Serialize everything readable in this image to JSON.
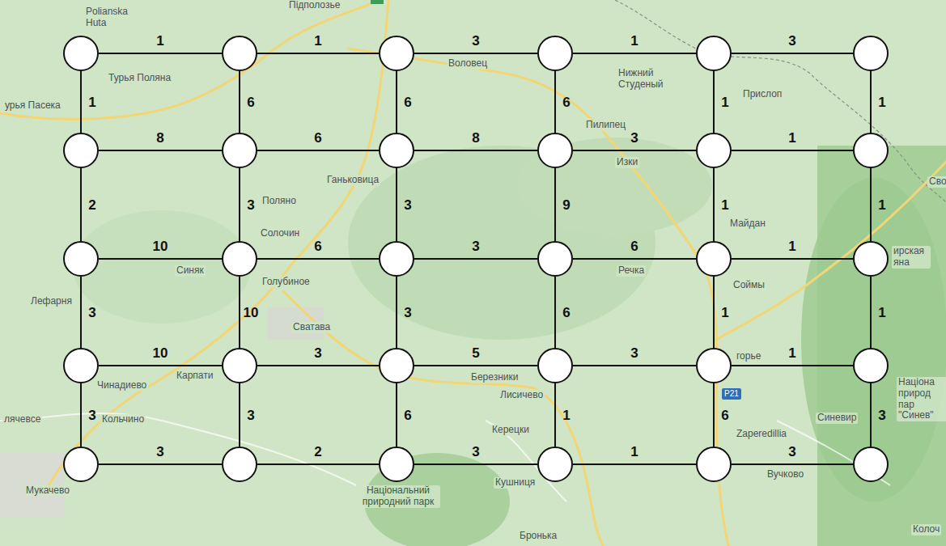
{
  "diagram": {
    "nodes": [
      {
        "text": []
      },
      {
        "text": []
      },
      {
        "text": []
      },
      {
        "text": []
      },
      {
        "text": []
      },
      {
        "text": []
      },
      {
        "text": []
      },
      {
        "text": []
      },
      {
        "text": []
      },
      {
        "text": []
      },
      {
        "text": []
      },
      {
        "text": []
      },
      {
        "text": []
      },
      {
        "text": []
      },
      {
        "text": []
      },
      {
        "text": []
      },
      {
        "text": []
      },
      {
        "text": []
      },
      {
        "text": []
      },
      {
        "text": []
      },
      {
        "text": []
      },
      {
        "text": []
      },
      {
        "text": []
      },
      {
        "text": []
      },
      {
        "text": []
      },
      {
        "text": []
      },
      {
        "text": []
      },
      {
        "text": []
      },
      {
        "text": []
      },
      {
        "text": []
      }
    ],
    "edges": [
      {
        "from": 0,
        "to": 1,
        "arrow": "none",
        "label": "1"
      },
      {
        "from": 1,
        "to": 2,
        "arrow": "none",
        "label": "1"
      },
      {
        "from": 2,
        "to": 3,
        "arrow": "none",
        "label": "3"
      },
      {
        "from": 3,
        "to": 4,
        "arrow": "none",
        "label": "1"
      },
      {
        "from": 4,
        "to": 5,
        "arrow": "none",
        "label": "3"
      },
      {
        "from": 6,
        "to": 7,
        "arrow": "none",
        "label": "8"
      },
      {
        "from": 7,
        "to": 8,
        "arrow": "none",
        "label": "6"
      },
      {
        "from": 8,
        "to": 9,
        "arrow": "none",
        "label": "8"
      },
      {
        "from": 9,
        "to": 10,
        "arrow": "none",
        "label": "3"
      },
      {
        "from": 10,
        "to": 11,
        "arrow": "none",
        "label": "1"
      },
      {
        "from": 12,
        "to": 13,
        "arrow": "none",
        "label": "10"
      },
      {
        "from": 13,
        "to": 14,
        "arrow": "none",
        "label": "6"
      },
      {
        "from": 14,
        "to": 15,
        "arrow": "none",
        "label": "3"
      },
      {
        "from": 15,
        "to": 16,
        "arrow": "none",
        "label": "6"
      },
      {
        "from": 16,
        "to": 17,
        "arrow": "none",
        "label": "1"
      },
      {
        "from": 18,
        "to": 19,
        "arrow": "none",
        "label": "10"
      },
      {
        "from": 19,
        "to": 20,
        "arrow": "none",
        "label": "3"
      },
      {
        "from": 20,
        "to": 21,
        "arrow": "none",
        "label": "5"
      },
      {
        "from": 21,
        "to": 22,
        "arrow": "none",
        "label": "3"
      },
      {
        "from": 22,
        "to": 23,
        "arrow": "none",
        "label": "1"
      },
      {
        "from": 24,
        "to": 25,
        "arrow": "none",
        "label": "3"
      },
      {
        "from": 25,
        "to": 26,
        "arrow": "none",
        "label": "2"
      },
      {
        "from": 26,
        "to": 27,
        "arrow": "none",
        "label": "3"
      },
      {
        "from": 27,
        "to": 28,
        "arrow": "none",
        "label": "1"
      },
      {
        "from": 28,
        "to": 29,
        "arrow": "none",
        "label": "3"
      },
      {
        "from": 0,
        "to": 6,
        "arrow": "none",
        "label": "1"
      },
      {
        "from": 1,
        "to": 7,
        "arrow": "none",
        "label": "6"
      },
      {
        "from": 2,
        "to": 8,
        "arrow": "none",
        "label": "6"
      },
      {
        "from": 3,
        "to": 9,
        "arrow": "none",
        "label": "6"
      },
      {
        "from": 4,
        "to": 10,
        "arrow": "none",
        "label": "1"
      },
      {
        "from": 5,
        "to": 11,
        "arrow": "none",
        "label": "1"
      },
      {
        "from": 6,
        "to": 12,
        "arrow": "none",
        "label": "2"
      },
      {
        "from": 7,
        "to": 13,
        "arrow": "none",
        "label": "3"
      },
      {
        "from": 8,
        "to": 14,
        "arrow": "none",
        "label": "3"
      },
      {
        "from": 9,
        "to": 15,
        "arrow": "none",
        "label": "9"
      },
      {
        "from": 10,
        "to": 16,
        "arrow": "none",
        "label": "1"
      },
      {
        "from": 11,
        "to": 17,
        "arrow": "none",
        "label": "1"
      },
      {
        "from": 12,
        "to": 18,
        "arrow": "none",
        "label": "3"
      },
      {
        "from": 13,
        "to": 19,
        "arrow": "none",
        "label": "10"
      },
      {
        "from": 14,
        "to": 20,
        "arrow": "none",
        "label": "3"
      },
      {
        "from": 15,
        "to": 21,
        "arrow": "none",
        "label": "6"
      },
      {
        "from": 16,
        "to": 22,
        "arrow": "none",
        "label": "1"
      },
      {
        "from": 17,
        "to": 23,
        "arrow": "none",
        "label": "1"
      },
      {
        "from": 18,
        "to": 24,
        "arrow": "none",
        "label": "3"
      },
      {
        "from": 19,
        "to": 25,
        "arrow": "none",
        "label": "3"
      },
      {
        "from": 20,
        "to": 26,
        "arrow": "none",
        "label": "6"
      },
      {
        "from": 21,
        "to": 27,
        "arrow": "none",
        "label": "1"
      },
      {
        "from": 22,
        "to": 28,
        "arrow": "none",
        "label": "6"
      },
      {
        "from": 23,
        "to": 29,
        "arrow": "none",
        "label": "3"
      }
    ],
    "labels": [
      "Polianska Huta",
      "Підполозье",
      "Турья Поляна",
      "урья Пасека",
      "Воловец",
      "Нижний Студеный",
      "Пилипец",
      "Прислоп",
      "Изки",
      "Ганьковица",
      "Поляно",
      "Солочин",
      "Синяк",
      "Майдан",
      "Речка",
      "Соймы",
      "ирская яна",
      "Лефарня",
      "Голубиное",
      "Сватава",
      "Карпати",
      "Березники",
      "Лисичево",
      "горье",
      "Чинадиево",
      "Кольчино",
      "лячевсе",
      "Мукачево",
      "Керецки",
      "Кушниця",
      "P21",
      "Zaperedillia",
      "Синевир",
      "Націона природ пар \"Синев\"",
      "Вучково",
      "Національний природний парк",
      "Бронька",
      "Колоч",
      "Сво"
    ]
  }
}
